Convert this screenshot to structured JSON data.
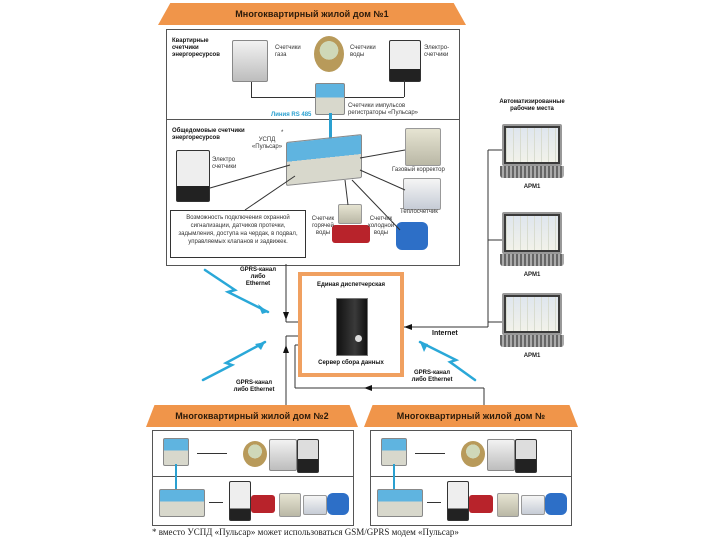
{
  "diagram": {
    "building_1": {
      "title": "Многоквартирный жилой дом №1",
      "apartment_section": {
        "heading": "Квартирные счетчики энергоресурсов",
        "devices": [
          {
            "label": "Счетчики газа",
            "icon": "gas-meter-icon"
          },
          {
            "label": "Счетчики воды",
            "icon": "water-meter-icon"
          },
          {
            "label": "Электро-счетчики",
            "icon": "electric-meter-icon"
          }
        ],
        "pulse_registrar_label": "Счетчики импульсов регистраторы «Пульсар»",
        "line_label": "Линия RS 485"
      },
      "common_section": {
        "heading": "Общедомовые счетчики энергоресурсов",
        "uspd_label": "УСПД «Пульсар»",
        "uspd_asterisk": "*",
        "devices": [
          {
            "label": "Электро счетчики",
            "icon": "electric-meter-icon"
          },
          {
            "label": "Газовый корректор",
            "icon": "gas-corrector-icon"
          },
          {
            "label": "Теплосчетчик",
            "icon": "heat-meter-icon"
          },
          {
            "label": "Счетчик горячей воды",
            "icon": "hot-water-meter-icon"
          },
          {
            "label": "Счетчик холодной воды",
            "icon": "cold-water-meter-icon"
          }
        ],
        "note": "Возможность подключения охранной сигнализации, датчиков протечки, задымления, доступа на чердак, в подвал, управляемых клапанов и задвижек."
      }
    },
    "links": {
      "top_gprs": "GPRS-канал либо Ethernet",
      "bottom_left_gprs": "GPRS-канал либо Ethernet",
      "bottom_right_gprs": "GPRS-канал либо Ethernet",
      "internet": "Internet"
    },
    "dispatch": {
      "title": "Единая диспетчерская",
      "server_label": "Сервер сбора данных"
    },
    "workstations": {
      "heading": "Автоматизированные рабочие места",
      "items": [
        {
          "label": "АРМ1"
        },
        {
          "label": "АРМ1"
        },
        {
          "label": "АРМ1"
        }
      ]
    },
    "building_2": {
      "title": "Многоквартирный жилой дом №2"
    },
    "building_n": {
      "title": "Многоквартирный жилой дом №"
    },
    "footnote": "* вместо УСПД «Пульсар» может использоваться GSM/GPRS модем «Пульсар»"
  },
  "colors": {
    "banner": "#f0954a",
    "server_frame": "#f0a060",
    "wireless": "#2aa8d8",
    "rs485_line": "#2aa0d0"
  }
}
